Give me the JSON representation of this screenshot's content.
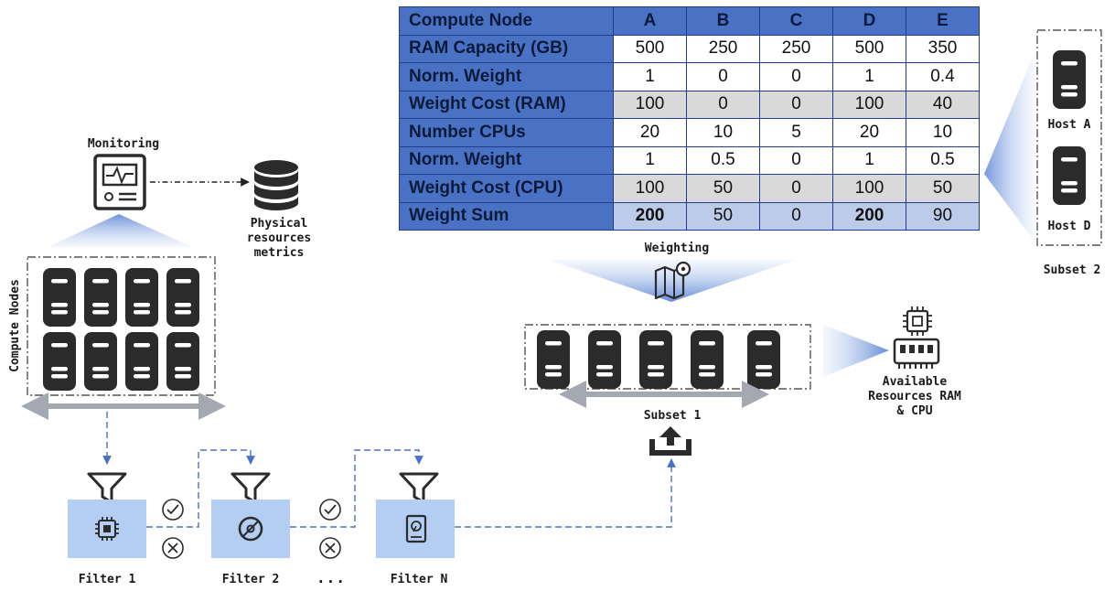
{
  "table": {
    "header": [
      "Compute Node",
      "A",
      "B",
      "C",
      "D",
      "E"
    ],
    "rows": [
      {
        "label": "RAM Capacity (GB)",
        "values": [
          "500",
          "250",
          "250",
          "500",
          "350"
        ],
        "kind": "plain"
      },
      {
        "label": "Norm. Weight",
        "values": [
          "1",
          "0",
          "0",
          "1",
          "0.4"
        ],
        "kind": "plain"
      },
      {
        "label": "Weight Cost (RAM)",
        "values": [
          "100",
          "0",
          "0",
          "100",
          "40"
        ],
        "kind": "cost"
      },
      {
        "label": "Number CPUs",
        "values": [
          "20",
          "10",
          "5",
          "20",
          "10"
        ],
        "kind": "plain"
      },
      {
        "label": "Norm. Weight",
        "values": [
          "1",
          "0.5",
          "0",
          "1",
          "0.5"
        ],
        "kind": "plain"
      },
      {
        "label": "Weight Cost (CPU)",
        "values": [
          "100",
          "50",
          "0",
          "100",
          "50"
        ],
        "kind": "cost"
      },
      {
        "label": "Weight Sum",
        "values": [
          "200",
          "50",
          "0",
          "200",
          "90"
        ],
        "kind": "sum"
      }
    ]
  },
  "labels": {
    "monitoring": "Monitoring",
    "physical_metrics": "Physical\nresources\nmetrics",
    "compute_nodes": "Compute Nodes",
    "weighting": "Weighting",
    "subset1": "Subset 1",
    "subset2": "Subset 2",
    "host_a": "Host A",
    "host_d": "Host D",
    "available": "Available\nResources RAM\n& CPU",
    "filter1": "Filter 1",
    "filter2": "Filter 2",
    "filtern": "Filter N",
    "ellipsis": "..."
  },
  "colors": {
    "header_blue": "#4a72c4",
    "cost_gray": "#d9d9d9",
    "sum_blue": "#bccbe8",
    "filter_box": "#b4cdf3",
    "arrow_blue": "#4a72c4",
    "server_dark": "#2b2b2b"
  },
  "icons": [
    "monitor-icon",
    "database-icon",
    "server-icon",
    "funnel-icon",
    "cpu-icon",
    "disk-icon",
    "hard-drive-icon",
    "check-circle-icon",
    "x-circle-icon",
    "map-pin-icon",
    "upload-icon",
    "ram-icon"
  ]
}
